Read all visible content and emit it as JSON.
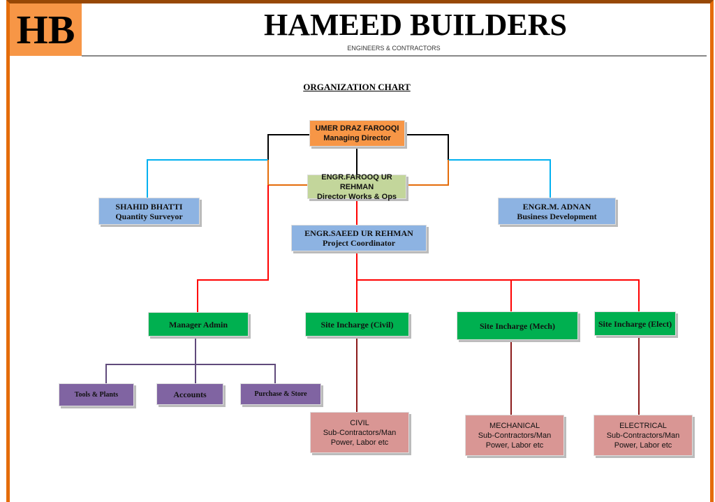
{
  "header": {
    "logo": "HB",
    "company": "HAMEED BUILDERS",
    "tagline": "ENGINEERS & CONTRACTORS"
  },
  "chart_title": "ORGANIZATION CHART",
  "nodes": {
    "md": {
      "name": "UMER DRAZ FAROOQI",
      "role": "Managing Director"
    },
    "director": {
      "name": "ENGR.FAROOQ UR REHMAN",
      "role": "Director Works & Ops"
    },
    "qs": {
      "name": "SHAHID BHATTI",
      "role": "Quantity Surveyor"
    },
    "bd": {
      "name": "ENGR.M. ADNAN",
      "role": "Business Development"
    },
    "pc": {
      "name": "ENGR.SAEED UR REHMAN",
      "role": "Project Coordinator"
    },
    "admin": {
      "label": "Manager Admin"
    },
    "civil": {
      "label": "Site Incharge (Civil)"
    },
    "mech": {
      "label": "Site Incharge (Mech)"
    },
    "elect": {
      "label": "Site Incharge (Elect)"
    },
    "tools": {
      "label": "Tools & Plants"
    },
    "accounts": {
      "label": "Accounts"
    },
    "purchase": {
      "label": "Purchase & Store"
    },
    "civil_sub": {
      "title": "CIVIL",
      "line1": "Sub-Contractors/Man",
      "line2": "Power, Labor etc"
    },
    "mech_sub": {
      "title": "MECHANICAL",
      "line1": "Sub-Contractors/Man",
      "line2": "Power, Labor etc"
    },
    "elect_sub": {
      "title": "ELECTRICAL",
      "line1": "Sub-Contractors/Man",
      "line2": "Power, Labor etc"
    }
  }
}
